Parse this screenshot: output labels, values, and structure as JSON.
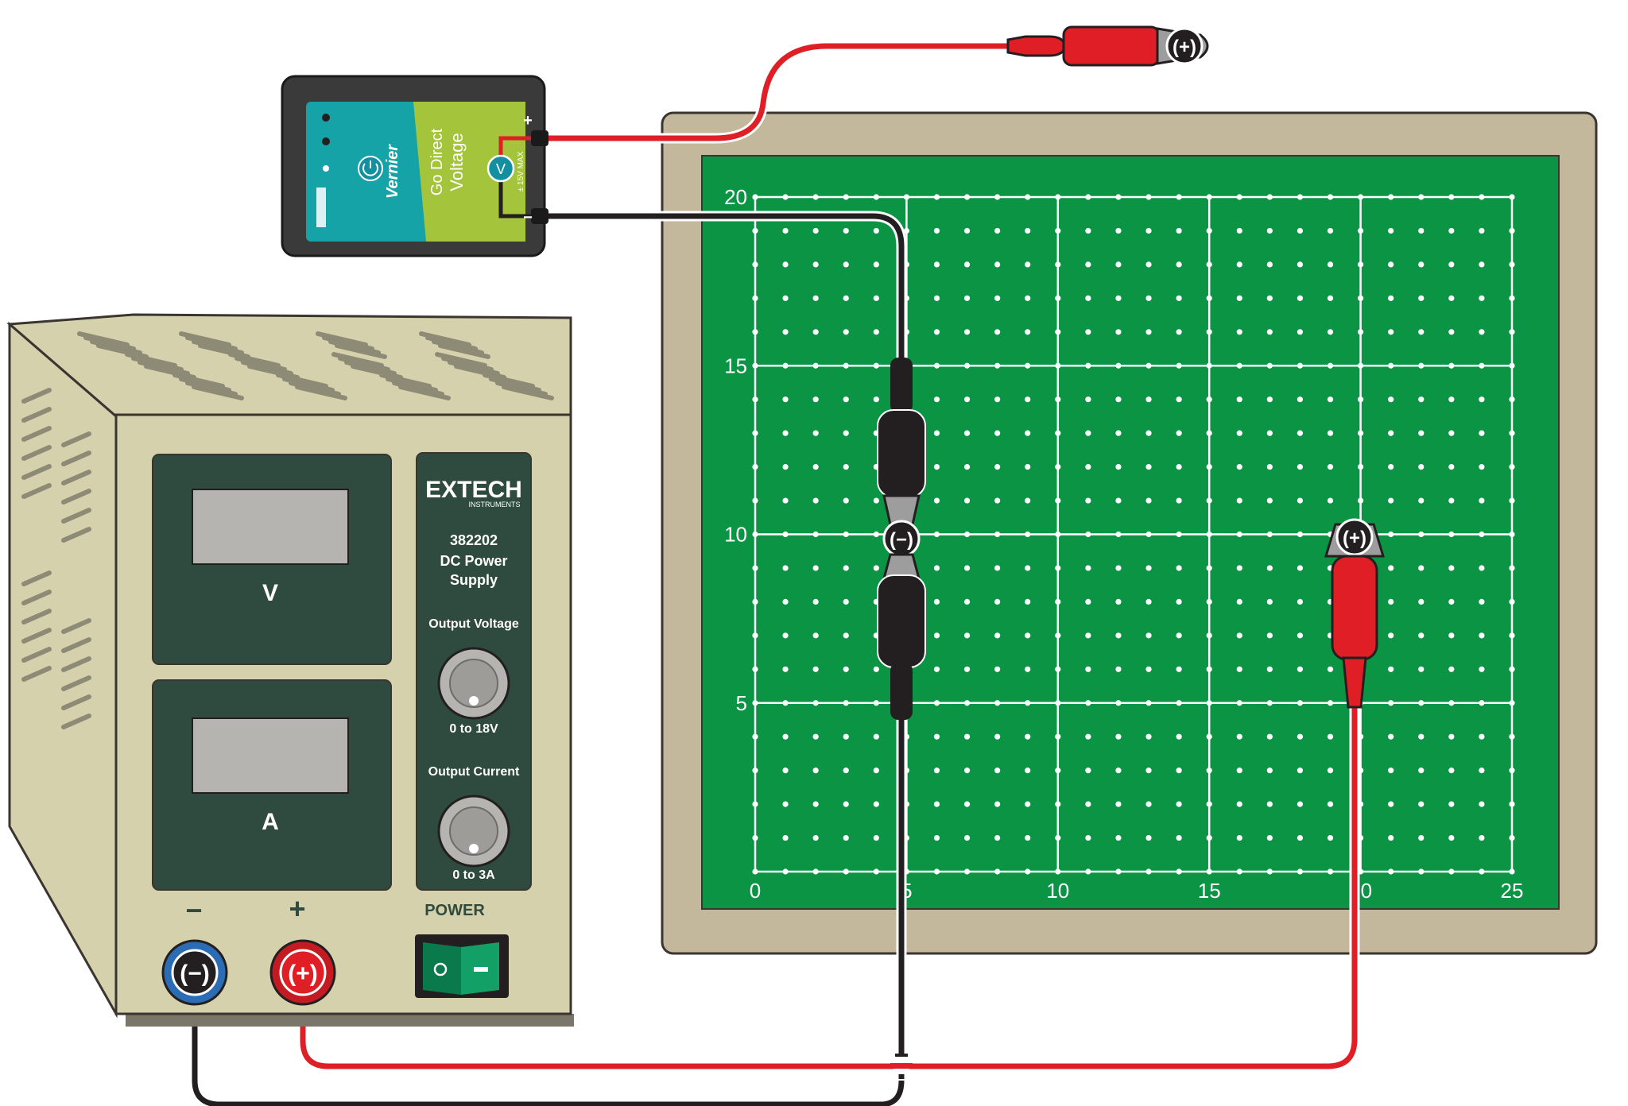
{
  "sensor": {
    "brand": "Vernier",
    "product_line": "Go Direct",
    "product": "Voltage",
    "meter_symbol": "V",
    "rating": "± 15V MAX",
    "plus_mark": "+",
    "minus_mark": "−"
  },
  "power_supply": {
    "brand": "EXTECH",
    "brand_sub": "INSTRUMENTS",
    "model": "382202",
    "name_line1": "DC Power",
    "name_line2": "Supply",
    "voltage_display_label": "V",
    "current_display_label": "A",
    "output_voltage_label": "Output Voltage",
    "output_voltage_range": "0 to 18V",
    "output_current_label": "Output Current",
    "output_current_range": "0 to 3A",
    "minus_sign": "−",
    "plus_sign": "+",
    "power_label": "POWER",
    "neg_terminal_label": "(−)",
    "pos_terminal_label": "(+)"
  },
  "board": {
    "x_ticks": [
      "0",
      "5",
      "10",
      "15",
      "20",
      "25"
    ],
    "y_ticks": [
      "20",
      "15",
      "10",
      "5"
    ],
    "x_range": [
      0,
      25
    ],
    "y_range": [
      0,
      20
    ]
  },
  "probes": {
    "top_clip_label": "(+)",
    "board_neg_clip_label": "(−)",
    "board_pos_clip_label": "(+)"
  },
  "colors": {
    "board_frame": "#c4b89c",
    "board_green": "#0a9444",
    "supply_body": "#d6d1ad",
    "supply_panel": "#2f4a3f",
    "sensor_teal": "#16a3a8",
    "sensor_green": "#a4c43c",
    "red_wire": "#e01e26",
    "black_wire": "#231f20",
    "terminal_blue": "#2b6cb4",
    "switch_green": "#0f8f5c"
  }
}
